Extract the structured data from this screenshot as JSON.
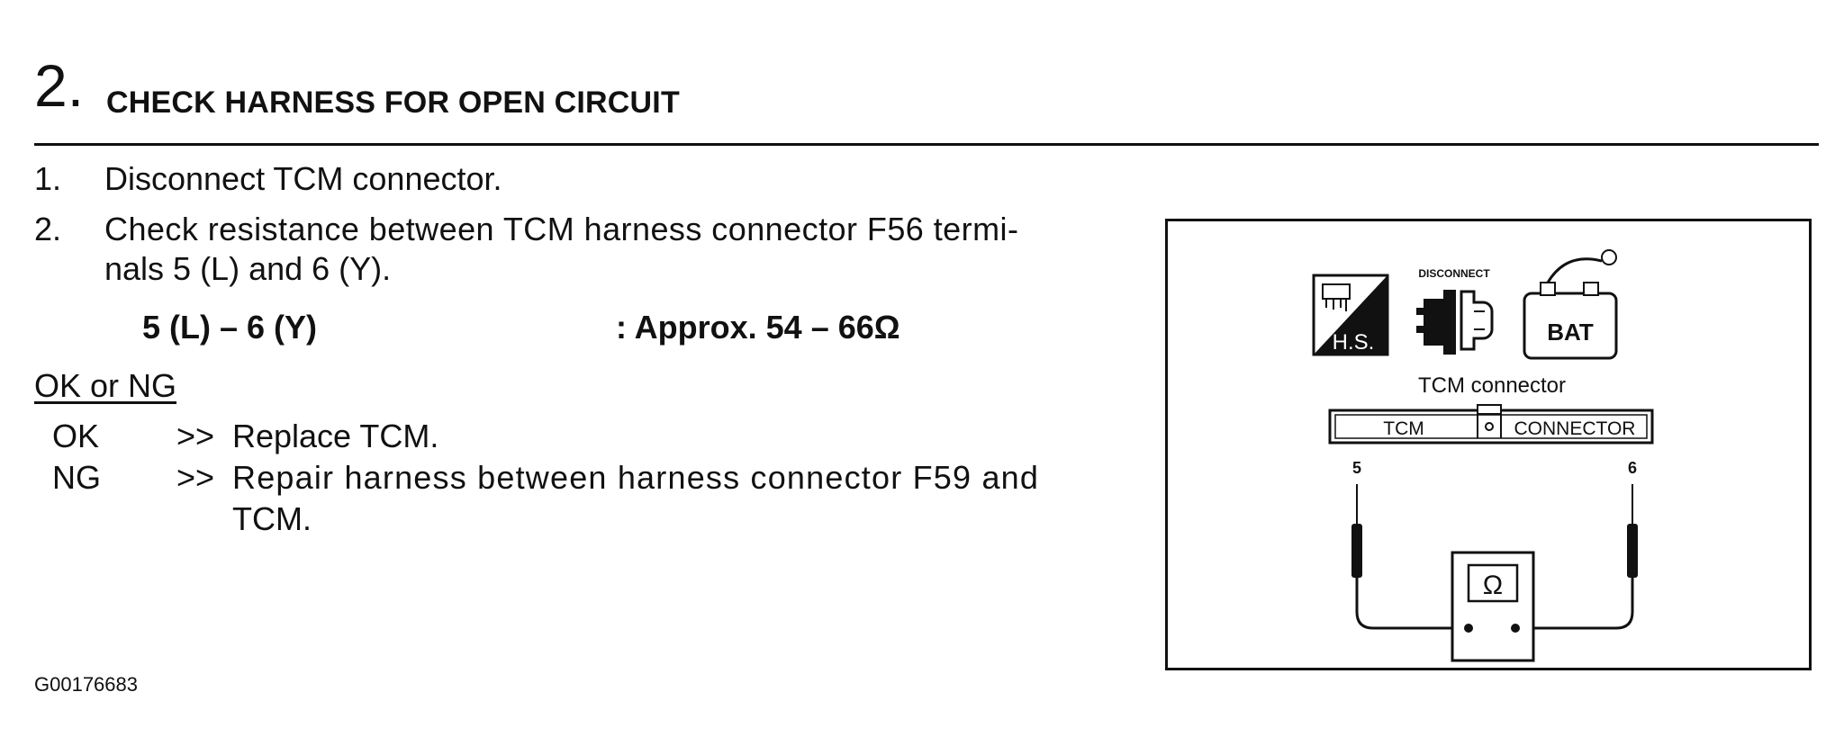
{
  "heading": {
    "number": "2.",
    "title": "CHECK HARNESS FOR OPEN CIRCUIT"
  },
  "steps": [
    {
      "num": "1.",
      "line1": "Disconnect TCM connector."
    },
    {
      "num": "2.",
      "line1": "Check resistance between TCM harness connector F56 termi-",
      "line2": "nals 5 (L) and 6 (Y)."
    }
  ],
  "spec": {
    "terminals": "5 (L) – 6 (Y)",
    "value": ": Approx. 54 – 66Ω"
  },
  "result": {
    "heading": "OK or NG",
    "ok": {
      "code": "OK",
      "arrow": ">>",
      "text": "Replace TCM."
    },
    "ng": {
      "code": "NG",
      "arrow": ">>",
      "text": "Repair harness between harness connector F59 and",
      "text2": "TCM."
    }
  },
  "figure": {
    "hs_label": "H.S.",
    "disconnect_label": "DISCONNECT",
    "battery_label": "BAT",
    "connector_title": "TCM connector",
    "connector_left_label": "TCM",
    "connector_right_label": "CONNECTOR",
    "terminal_left": "5",
    "terminal_right": "6",
    "meter_symbol": "Ω"
  },
  "footer": {
    "code": "G00176683"
  }
}
